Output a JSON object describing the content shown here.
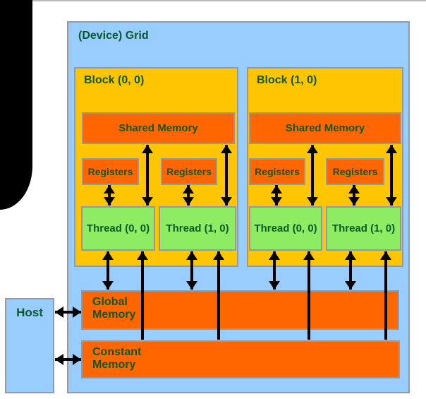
{
  "diagram": {
    "grid_label": "(Device) Grid",
    "blocks": [
      {
        "label": "Block (0, 0)",
        "shared_memory_label": "Shared Memory",
        "registers": [
          {
            "label": "Registers"
          },
          {
            "label": "Registers"
          }
        ],
        "threads": [
          {
            "label": "Thread (0, 0)"
          },
          {
            "label": "Thread (1, 0)"
          }
        ]
      },
      {
        "label": "Block (1, 0)",
        "shared_memory_label": "Shared Memory",
        "registers": [
          {
            "label": "Registers"
          },
          {
            "label": "Registers"
          }
        ],
        "threads": [
          {
            "label": "Thread (0, 0)"
          },
          {
            "label": "Thread (1, 0)"
          }
        ]
      }
    ],
    "host_label": "Host",
    "global_memory": {
      "line1": "Global",
      "line2": "Memory"
    },
    "constant_memory": {
      "line1": "Constant",
      "line2": "Memory"
    }
  },
  "colors": {
    "grid_bg": "#99CCFF",
    "block_bg": "#FFC600",
    "memory_bg": "#FF6600",
    "thread_bg": "#8DEC62",
    "host_bg": "#99CCFF",
    "border": "#999999",
    "text": "#0A5A2A",
    "arrow": "#000000",
    "page_bg": "#FFFFFF",
    "side_bar": "#000000"
  }
}
